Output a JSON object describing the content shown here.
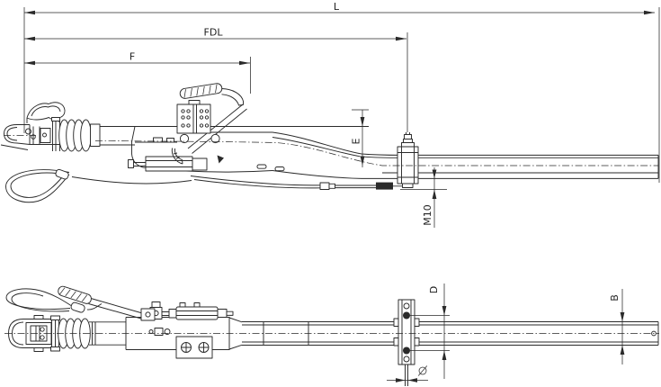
{
  "dimensions": {
    "L": {
      "label": "L"
    },
    "FDL": {
      "label": "FDL"
    },
    "F": {
      "label": "F"
    },
    "E": {
      "label": "E"
    },
    "M10": {
      "label": "M10"
    },
    "D": {
      "label": "D"
    },
    "B": {
      "label": "B"
    },
    "diameter": {
      "label": "⌀"
    }
  },
  "colors": {
    "line": "#2a2a2a",
    "background": "#ffffff"
  }
}
